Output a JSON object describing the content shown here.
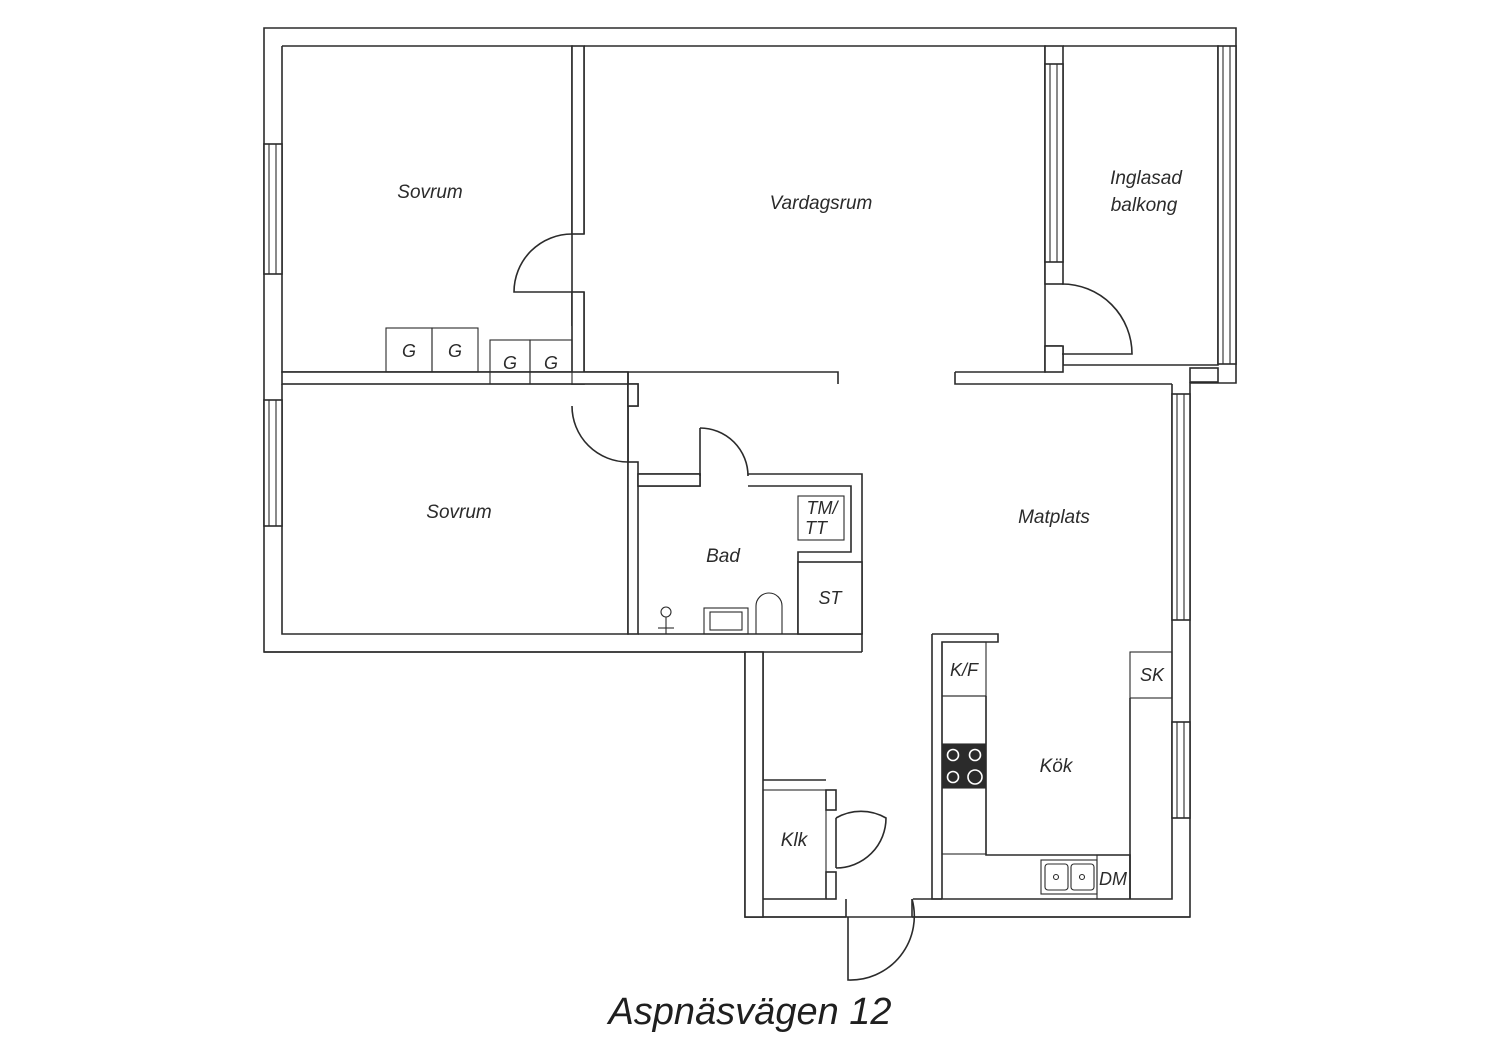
{
  "title": "Aspnäsvägen 12",
  "rooms": {
    "sovrum_1": "Sovrum",
    "vardagsrum": "Vardagsrum",
    "balkong_line1": "Inglasad",
    "balkong_line2": "balkong",
    "sovrum_2": "Sovrum",
    "bad": "Bad",
    "matplats": "Matplats",
    "kok": "Kök",
    "klk": "Klk"
  },
  "fixtures": {
    "wardrobe": "G",
    "tm_line1": "TM/",
    "tm_line2": "TT",
    "storage": "ST",
    "fridge_freezer": "K/F",
    "cabinet": "SK",
    "dishwasher": "DM"
  }
}
